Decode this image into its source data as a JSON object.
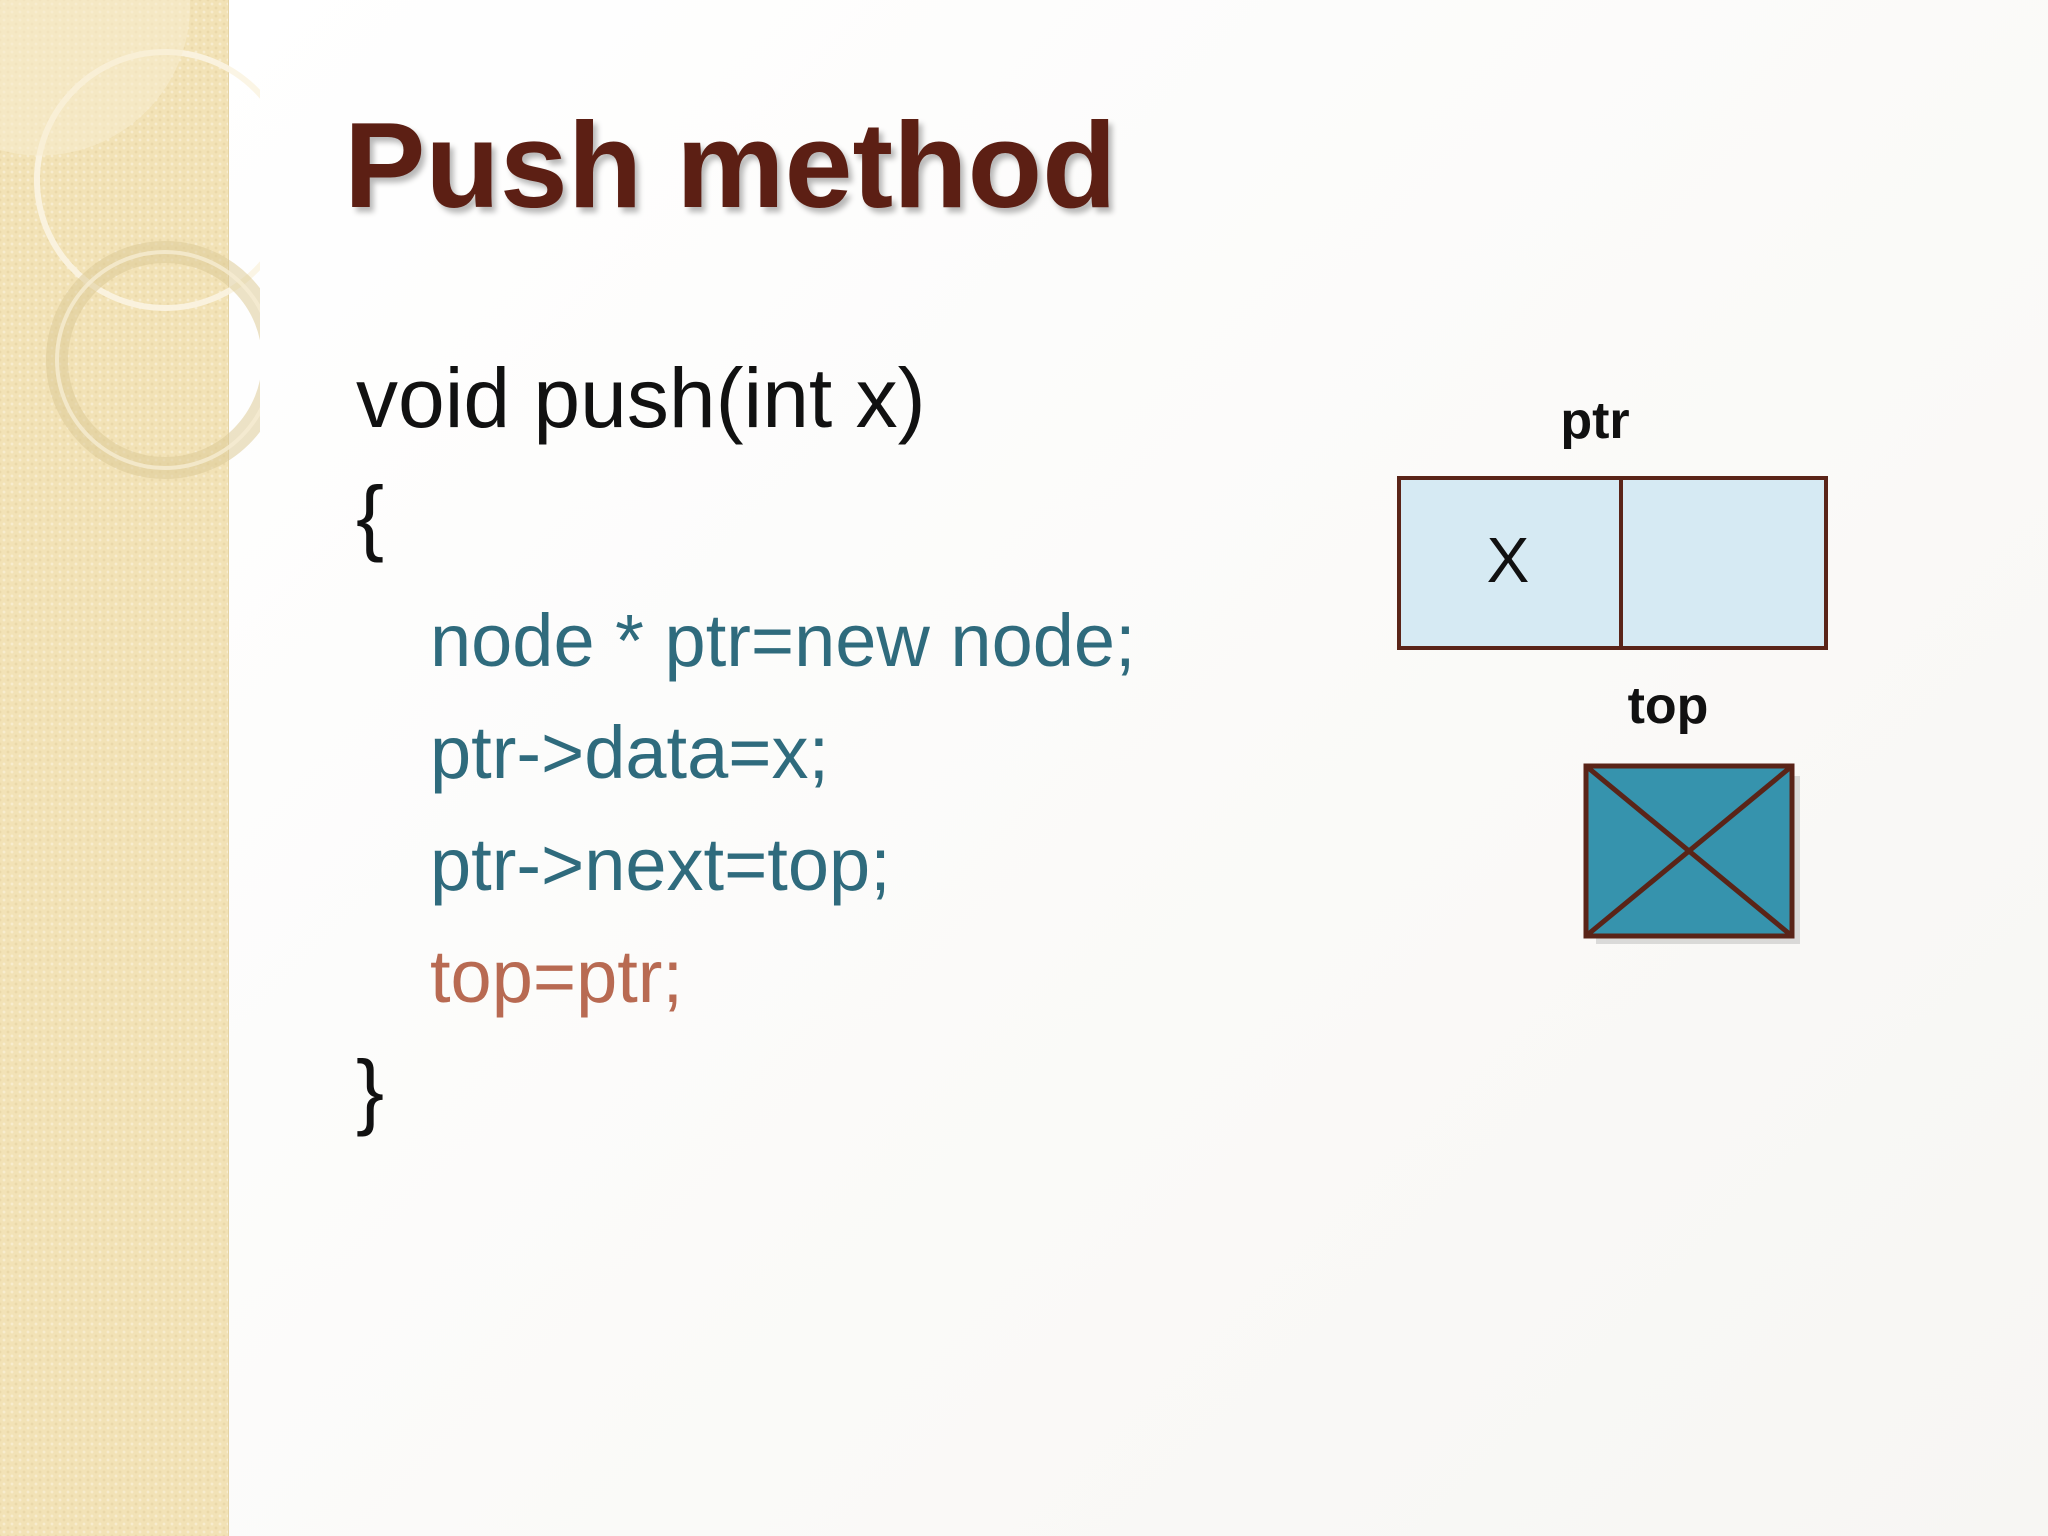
{
  "slide": {
    "title": "Push method"
  },
  "code": {
    "signature": "void push(int x)",
    "open_brace": "{",
    "body": [
      "node * ptr=new node;",
      "ptr->data=x;",
      "ptr->next=top;",
      "top=ptr;"
    ],
    "close_brace": "}"
  },
  "diagram": {
    "ptr_label": "ptr",
    "node_data_value": "X",
    "top_label": "top",
    "colors": {
      "node_fill": "#d6eaf3",
      "border": "#5a2418",
      "top_fill": "#3693ad"
    }
  },
  "theme": {
    "title_color": "#5c1f14",
    "code_color": "#2f6b7d",
    "highlight_color": "#b86a52"
  }
}
